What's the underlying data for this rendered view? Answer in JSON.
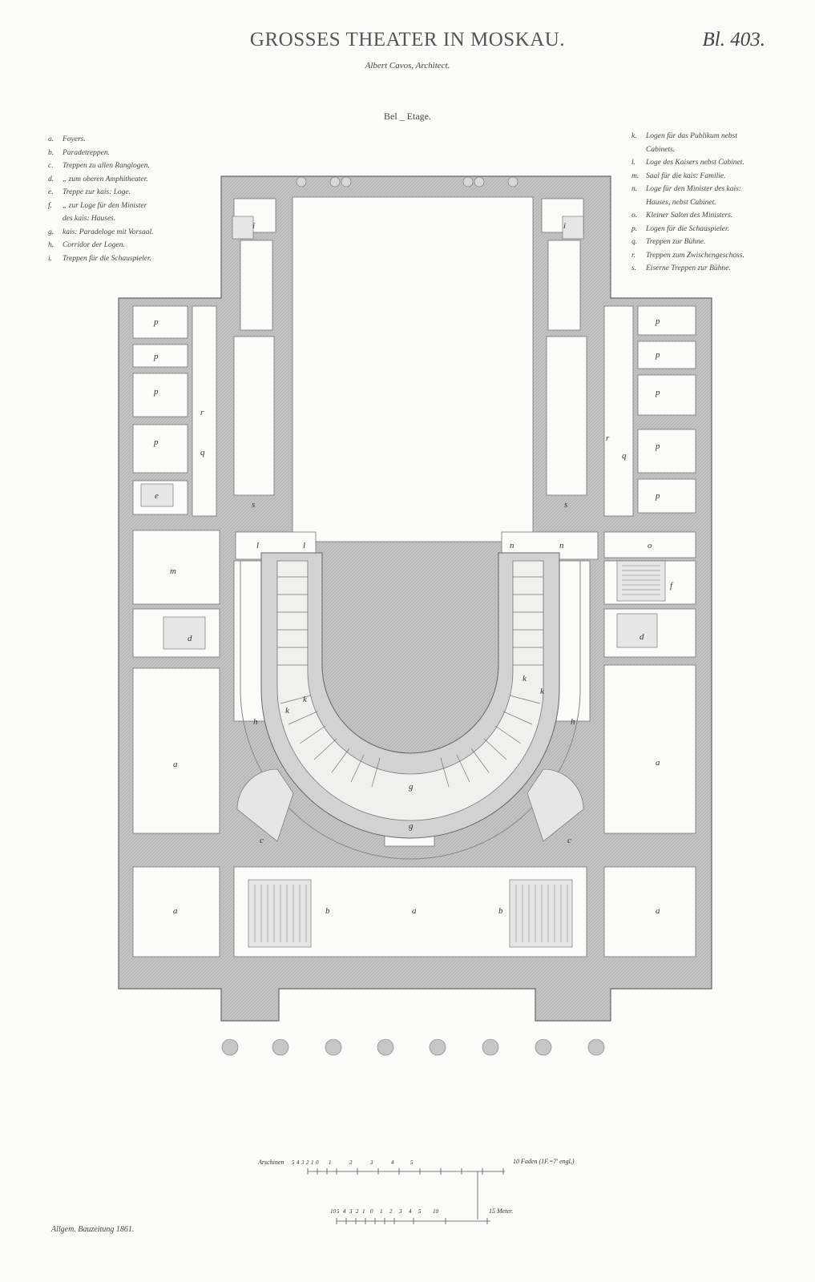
{
  "header": {
    "title": "GROSSES THEATER IN MOSKAU.",
    "subtitle": "Albert Cavos, Architect.",
    "plate": "Bl. 403.",
    "level": "Bel _ Etage."
  },
  "legend_left": [
    {
      "key": "a.",
      "text": "Foyers."
    },
    {
      "key": "b.",
      "text": "Paradetreppen."
    },
    {
      "key": "c.",
      "text": "Treppen zu allen Ranglogen."
    },
    {
      "key": "d.",
      "text": "„  zum oberen Amphitheater."
    },
    {
      "key": "e.",
      "text": "Treppe zur kais: Loge."
    },
    {
      "key": "f.",
      "text": "„  zur Loge für den Minister"
    },
    {
      "key": "",
      "text": "des kais: Hauses."
    },
    {
      "key": "g.",
      "text": "kais: Paradeloge mit Vorsaal."
    },
    {
      "key": "h.",
      "text": "Corridor der Logen."
    },
    {
      "key": "i.",
      "text": "Treppen für die Schauspieler."
    }
  ],
  "legend_right": [
    {
      "key": "k.",
      "text": "Logen für das Publikum nebst"
    },
    {
      "key": "",
      "text": "Cabinets."
    },
    {
      "key": "l.",
      "text": "Loge des Kaisers nebst Cabinet."
    },
    {
      "key": "m.",
      "text": "Saal für die kais: Familie."
    },
    {
      "key": "n.",
      "text": "Loge für den Minister des kais:"
    },
    {
      "key": "",
      "text": "Hauses, nebst Cabinet."
    },
    {
      "key": "o.",
      "text": "Kleiner Salon des Ministers."
    },
    {
      "key": "p.",
      "text": "Logen für die Schauspieler."
    },
    {
      "key": "q.",
      "text": "Treppen zur Bühne."
    },
    {
      "key": "r.",
      "text": "Treppen zum Zwischengeschoss."
    },
    {
      "key": "s.",
      "text": "Eiserne Treppen zur Bühne."
    }
  ],
  "plan_labels": {
    "a": "a",
    "b": "b",
    "c": "c",
    "d": "d",
    "e": "e",
    "f": "f",
    "g": "g",
    "h": "h",
    "i": "i",
    "k": "k",
    "l": "l",
    "m": "m",
    "n": "n",
    "o": "o",
    "p": "p",
    "q": "q",
    "r": "r",
    "s": "s"
  },
  "scale": {
    "arschinen_label": "Arschinen",
    "arschinen_ticks": [
      "5",
      "4",
      "3",
      "2",
      "1",
      "0",
      "1",
      "2",
      "3",
      "4",
      "5"
    ],
    "faden_label": "10 Faden (1F.=7' engl.)",
    "meter_ticks": [
      "10",
      "5",
      "4",
      "3",
      "2",
      "1",
      "0",
      "1",
      "2",
      "3",
      "4",
      "5",
      "10"
    ],
    "meter_label": "15 Meter."
  },
  "footer": "Allgem. Bauzeitung 1861.",
  "colors": {
    "wall": "#b9b9b9",
    "wall_dark": "#8f8f8f",
    "line": "#555555",
    "paper": "#fbfbf9"
  }
}
